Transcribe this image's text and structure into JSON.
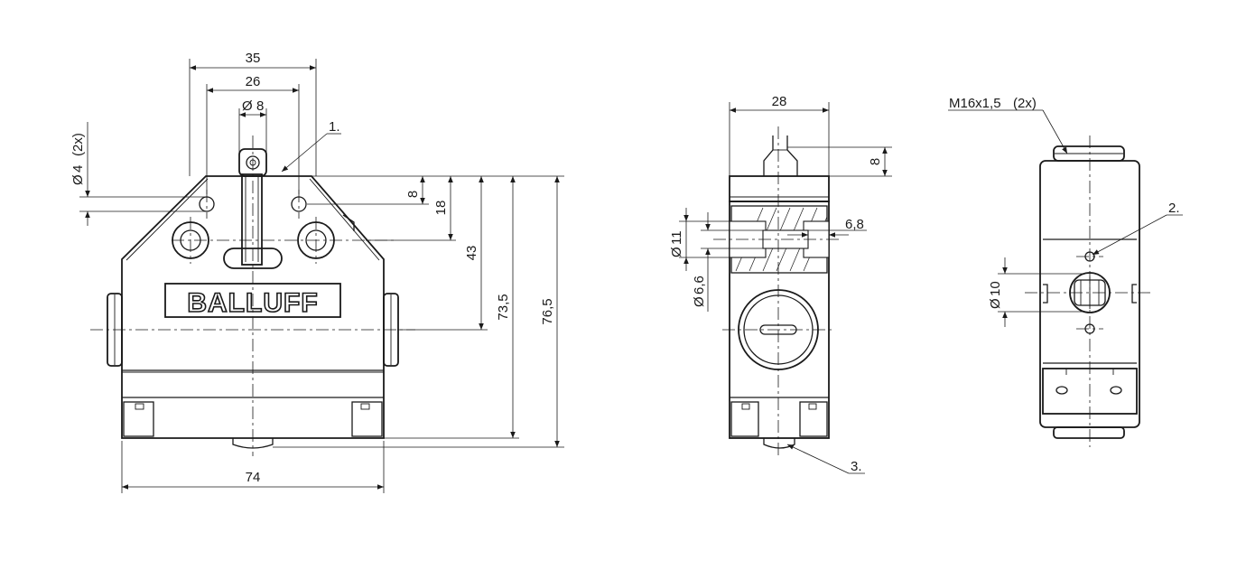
{
  "brand": "BALLUFF",
  "callouts": [
    "1.",
    "2.",
    "3."
  ],
  "front_view": {
    "width_top_outer": "35",
    "width_top_inner": "26",
    "roller_dia": "8",
    "roller_dia_symbol": "Ø",
    "mount_hole_dia": "4",
    "mount_hole_count": "(2x)",
    "height_8": "8",
    "height_18": "18",
    "height_43": "43",
    "height_73_5": "73,5",
    "height_76_5": "76,5",
    "width_bottom": "74"
  },
  "side_view": {
    "width_top": "28",
    "plunger_height": "8",
    "hole_dia_11": "11",
    "hole_dia_6_6": "6,6",
    "hole_depth": "6,8",
    "dia_symbol": "Ø"
  },
  "rear_view": {
    "thread": "M16x1,5",
    "thread_count": "(2x)",
    "hole_dia": "10",
    "dia_symbol": "Ø"
  }
}
